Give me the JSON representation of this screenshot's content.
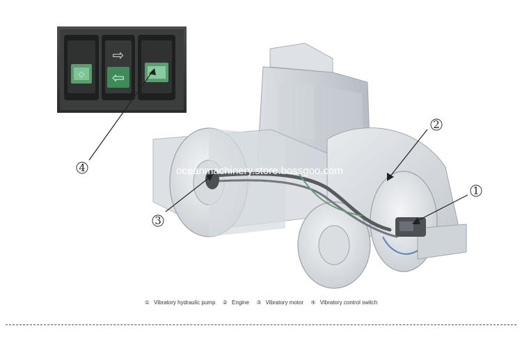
{
  "watermark": "oceanmachinery.store.bossgoo.com",
  "callouts": [
    {
      "id": "1",
      "symbol": "①"
    },
    {
      "id": "2",
      "symbol": "②"
    },
    {
      "id": "3",
      "symbol": "③"
    },
    {
      "id": "4",
      "symbol": "④"
    }
  ],
  "legend": [
    {
      "symbol": "①",
      "label": "Vibratory hydraulic pump"
    },
    {
      "symbol": "②",
      "label": "Engine"
    },
    {
      "symbol": "③",
      "label": "Vibratory motor"
    },
    {
      "symbol": "④",
      "label": "Vibratory control switch"
    }
  ]
}
